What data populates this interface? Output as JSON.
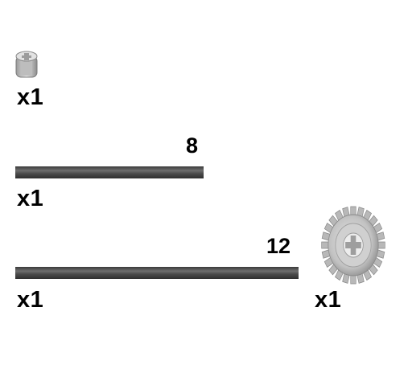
{
  "parts": [
    {
      "name": "bush",
      "quantity": "x1"
    },
    {
      "name": "axle",
      "length": "8",
      "quantity": "x1"
    },
    {
      "name": "axle",
      "length": "12",
      "quantity": "x1"
    },
    {
      "name": "gear-24-tooth",
      "quantity": "x1"
    }
  ],
  "colors": {
    "axle": "#4a4a4a",
    "light_part": "#c8c8c8",
    "text": "#000000"
  }
}
